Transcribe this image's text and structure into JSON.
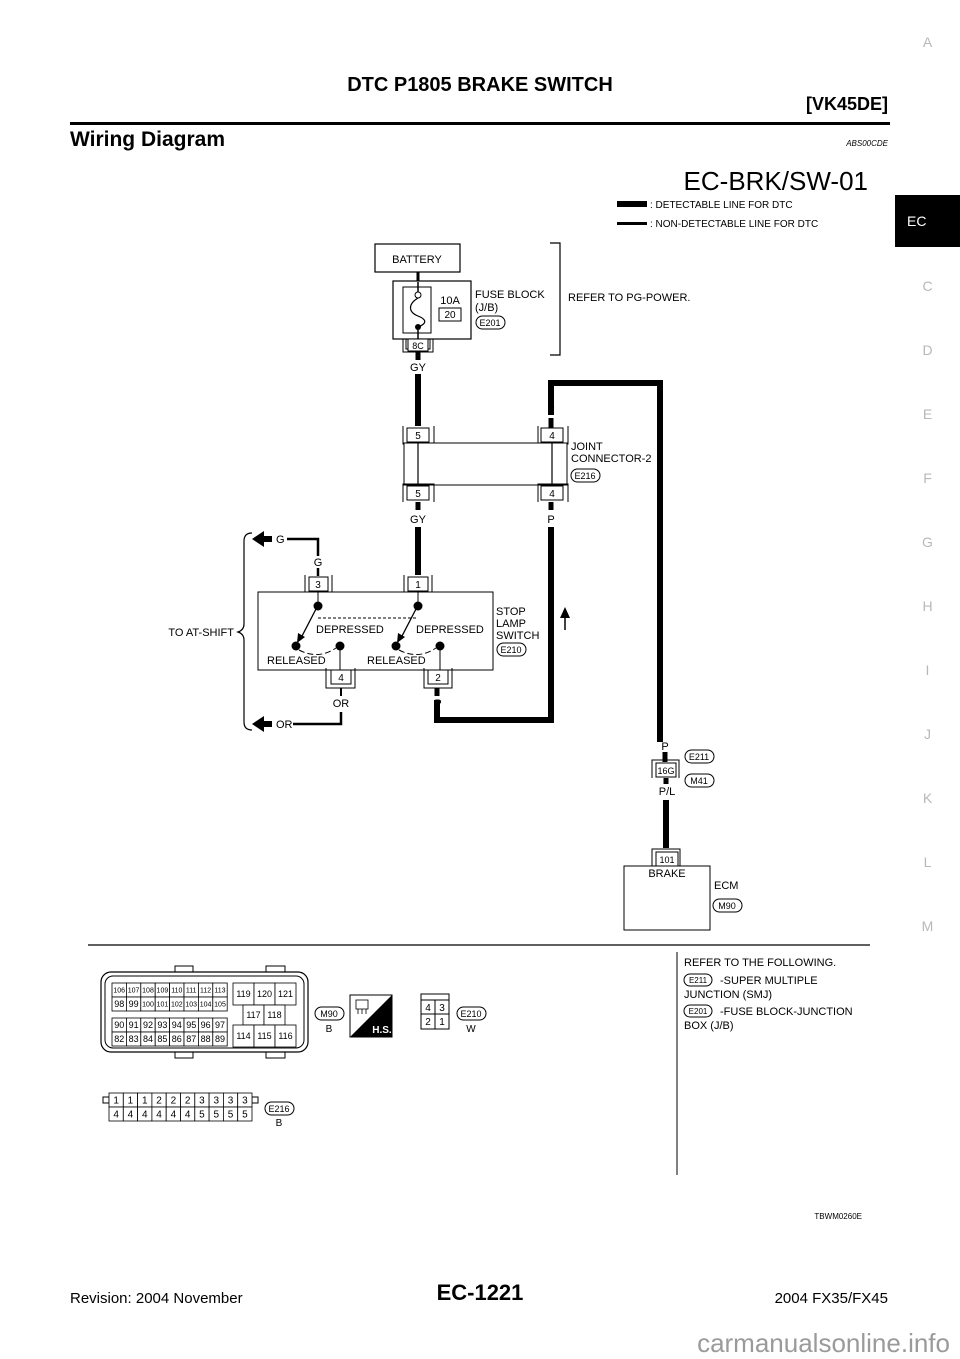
{
  "header": {
    "doc_title": "DTC P1805 BRAKE SWITCH",
    "engine": "[VK45DE]",
    "section_title": "Wiring Diagram",
    "ref_code": "ABS00CDE"
  },
  "side_tabs": {
    "items": [
      "A",
      "EC",
      "C",
      "D",
      "E",
      "F",
      "G",
      "H",
      "I",
      "J",
      "K",
      "L",
      "M"
    ],
    "active": "EC"
  },
  "diagram": {
    "id": "EC-BRK/SW-01",
    "legend": {
      "detectable": ": DETECTABLE LINE FOR DTC",
      "non_detectable": ": NON-DETECTABLE LINE FOR DTC"
    },
    "battery": "BATTERY",
    "fuse": {
      "rating": "10A",
      "number": "20",
      "block_line1": "FUSE BLOCK",
      "block_line2": "(J/B)",
      "connector": "E201",
      "terminal": "8C"
    },
    "refer_power": "REFER TO PG-POWER.",
    "wire_colors": {
      "gy": "GY",
      "p": "P",
      "g": "G",
      "or": "OR",
      "pl": "P/L"
    },
    "joint_connector": {
      "line1": "JOINT",
      "line2": "CONNECTOR-2",
      "connector": "E216",
      "pin_left": "5",
      "pin_right": "4"
    },
    "stop_lamp_switch": {
      "line1": "STOP",
      "line2": "LAMP",
      "line3": "SWITCH",
      "connector": "E210",
      "pins": {
        "top_left": "3",
        "top_right": "1",
        "bottom_left": "4",
        "bottom_right": "2"
      },
      "state_depressed": "DEPRESSED",
      "state_released": "RELEASED"
    },
    "to_at_shift": "TO AT-SHIFT",
    "smj": {
      "terminal": "16G",
      "connector_top": "E211",
      "connector_bottom": "M41"
    },
    "ecm": {
      "label": "ECM",
      "connector": "M90",
      "terminal": "101",
      "pin_name": "BRAKE"
    }
  },
  "connectors": {
    "m90": {
      "label": "M90",
      "color": "B",
      "grid_top": [
        [
          "106",
          "107",
          "108",
          "109",
          "110",
          "111",
          "112",
          "113"
        ],
        [
          "98",
          "99",
          "100",
          "101",
          "102",
          "103",
          "104",
          "105"
        ]
      ],
      "grid_bottom": [
        [
          "90",
          "91",
          "92",
          "93",
          "94",
          "95",
          "96",
          "97"
        ],
        [
          "82",
          "83",
          "84",
          "85",
          "86",
          "87",
          "88",
          "89"
        ]
      ],
      "right_top": [
        "119",
        "120",
        "121"
      ],
      "right_mid": [
        "117",
        "118"
      ],
      "right_bottom": [
        "114",
        "115",
        "116"
      ]
    },
    "hs_badge": "H.S.",
    "e210": {
      "label": "E210",
      "color": "W",
      "pins": [
        [
          "4",
          "3"
        ],
        [
          "2",
          "1"
        ]
      ]
    },
    "e216": {
      "label": "E216",
      "color": "B",
      "top": [
        "1",
        "1",
        "1",
        "2",
        "2",
        "2",
        "3",
        "3",
        "3",
        "3"
      ],
      "bottom": [
        "4",
        "4",
        "4",
        "4",
        "4",
        "4",
        "5",
        "5",
        "5",
        "5"
      ]
    }
  },
  "refer_following": {
    "title": "REFER TO THE FOLLOWING.",
    "items": [
      {
        "connector": "E211",
        "line1": "-SUPER MULTIPLE",
        "line2": "JUNCTION (SMJ)"
      },
      {
        "connector": "E201",
        "line1": "-FUSE BLOCK-JUNCTION",
        "line2": "BOX (J/B)"
      }
    ]
  },
  "figure_code": "TBWM0260E",
  "footer": {
    "revision": "Revision: 2004 November",
    "page": "EC-1221",
    "model": "2004 FX35/FX45"
  },
  "watermark": "carmanualsonline.info"
}
